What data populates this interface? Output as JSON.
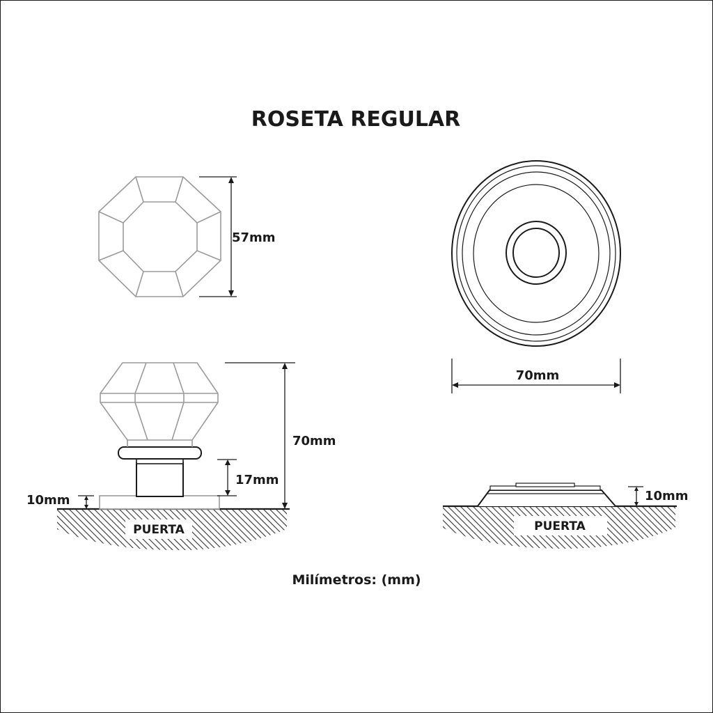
{
  "title": "ROSETA REGULAR",
  "knob_top_view": {
    "dimension_label": "57mm"
  },
  "rosette_front_view": {
    "dimension_label": "70mm"
  },
  "knob_side_view": {
    "height_label": "70mm",
    "neck_label": "17mm",
    "base_label": "10mm",
    "surface_label": "PUERTA"
  },
  "rosette_side_view": {
    "height_label": "10mm",
    "surface_label": "PUERTA"
  },
  "units_note": "Milímetros: (mm)"
}
